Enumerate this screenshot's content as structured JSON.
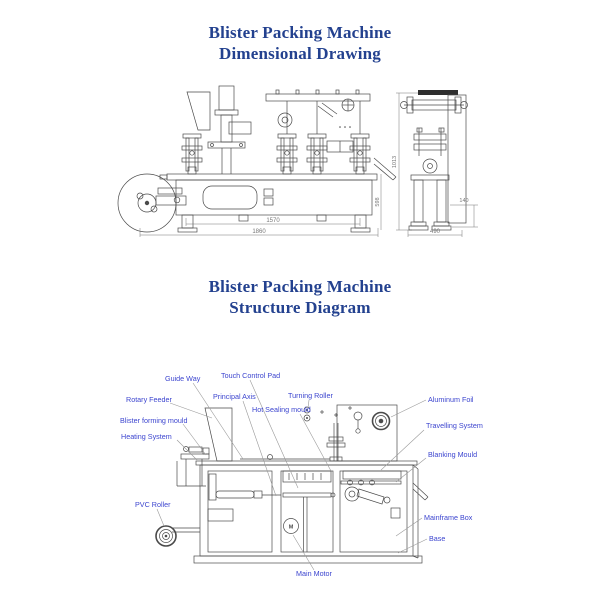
{
  "colors": {
    "title": "#23418f",
    "label": "#3c45cf",
    "line": "#4a4a4a",
    "dim": "#777777",
    "leader": "#9a9a9a"
  },
  "titles": {
    "dimensional": {
      "line1": "Blister Packing Machine",
      "line2": "Dimensional Drawing"
    },
    "structure": {
      "line1": "Blister Packing Machine",
      "line2": "Structure Diagram"
    }
  },
  "dimensional_drawing": {
    "front_view": {
      "width_outer": "1860",
      "width_inner": "1570",
      "height_overall": "1013",
      "height_table": "598"
    },
    "side_view": {
      "depth": "490",
      "foot_height": "140"
    }
  },
  "structure_diagram": {
    "motor_letter": "M",
    "labels": {
      "guide_way": "Guide Way",
      "touch_control_pad": "Touch Control Pad",
      "rotary_feeder": "Rotary Feeder",
      "principal_axis": "Principal Axis",
      "turning_roller": "Turning Roller",
      "hot_sealing_mould": "Hot Sealing mould",
      "blister_forming_mould": "Blister forming mould",
      "heating_system": "Heating System",
      "aluminum_foil": "Aluminum Foil",
      "travelling_system": "Travelling System",
      "blanking_mould": "Blanking Mould",
      "pvc_roller": "PVC Roller",
      "main_motor": "Main Motor",
      "mainframe_box": "Mainframe Box",
      "base": "Base"
    }
  }
}
